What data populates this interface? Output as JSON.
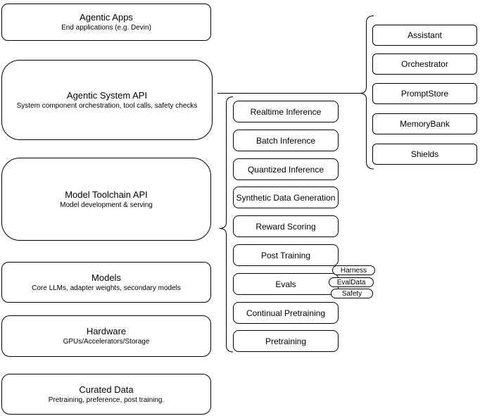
{
  "diagram": {
    "colors": {
      "stroke": "#000000",
      "fill": "#ffffff"
    },
    "left_column": [
      {
        "title": "Agentic Apps",
        "subtitle": "End applications (e.g. Devin)"
      },
      {
        "title": "Agentic System API",
        "subtitle": "System component orchestration, tool calls, safety checks"
      },
      {
        "title": "Model Toolchain API",
        "subtitle": "Model development & serving"
      },
      {
        "title": "Models",
        "subtitle": "Core LLMs, adapter weights, secondary models"
      },
      {
        "title": "Hardware",
        "subtitle": "GPUs/Accelerators/Storage"
      },
      {
        "title": "Curated Data",
        "subtitle": "Pretraining, preference, post training."
      }
    ],
    "toolchain_items": [
      "Realtime Inference",
      "Batch Inference",
      "Quantized Inference",
      "Synthetic Data Generation",
      "Reward Scoring",
      "Post Training",
      "Evals",
      "Continual Pretraining",
      "Pretraining"
    ],
    "agentic_components": [
      "Assistant",
      "Orchestrator",
      "PromptStore",
      "MemoryBank",
      "Shields"
    ],
    "eval_tags": [
      "Harness",
      "EvalData",
      "Safety"
    ]
  }
}
